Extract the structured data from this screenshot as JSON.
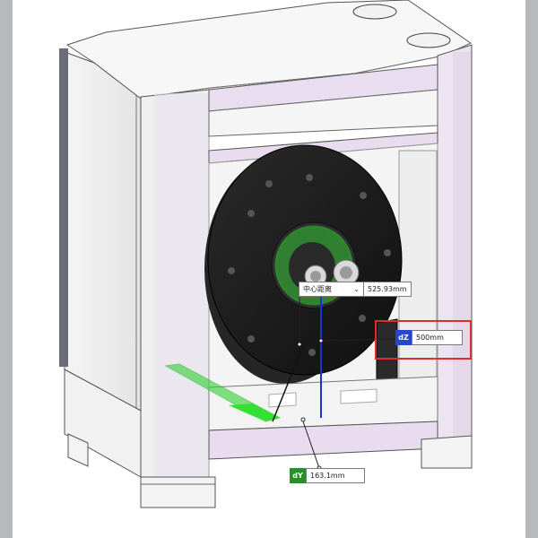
{
  "measurement": {
    "center_distance": {
      "label": "中心距离",
      "value": "525.93mm"
    },
    "dz": {
      "axis": "dZ",
      "value": "500mm",
      "color": "#2448c9"
    },
    "dy": {
      "axis": "dY",
      "value": "163.1mm",
      "color": "#2a8f2a"
    }
  },
  "icons": {
    "dropdown": "chevron-down-icon"
  },
  "colors": {
    "highlight": "#e22b2b",
    "selection": "#2fd12f",
    "dz_line": "#1d2fd6",
    "frame_tint": "#e2d6ea",
    "fan_body": "#1c1c1c"
  }
}
